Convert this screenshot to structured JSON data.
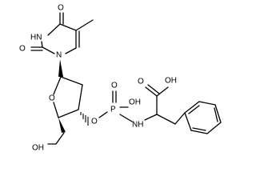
{
  "atoms": {
    "o_c4": "O",
    "hn": "HN",
    "o_c2": "O",
    "n1": "N",
    "o_ring": "O",
    "o_phosphate": "O",
    "p": "P",
    "o_double": "O",
    "oh_p": "OH",
    "nh": "NH",
    "o_acid": "O",
    "oh_acid": "OH",
    "oh_ch2": "OH"
  }
}
